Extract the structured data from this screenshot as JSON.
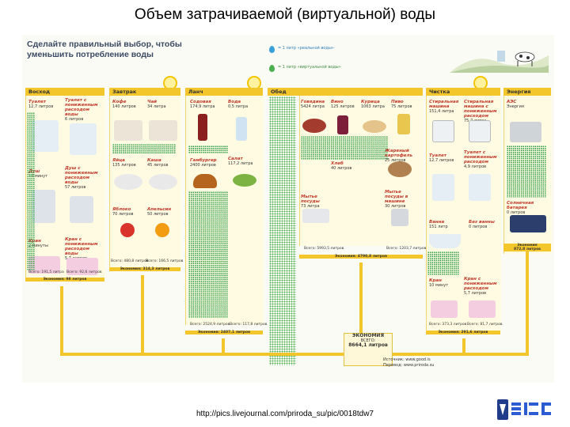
{
  "slide": {
    "title": "Объем затрачиваемой (виртуальной) воды",
    "footer_url": "http://pics.livejournal.com/priroda_su/pic/0018tdw7"
  },
  "infographic": {
    "headline": "Сделайте правильный выбор, чтобы уменьшить потребление воды",
    "legend_real": "= 1 литр «реальной воды»",
    "legend_virtual": "= 1 литр «виртуальной воды»",
    "meals": [
      "Восход",
      "Завтрак",
      "Ланч",
      "Обед",
      "Чистка",
      "Энергия"
    ],
    "sunrise": [
      {
        "name": "Туалет",
        "value": "12,7 литров"
      },
      {
        "name": "Туалет с пониженным расходом воды",
        "value": "6 литров"
      },
      {
        "name": "Душ",
        "value": "10 минут"
      },
      {
        "name": "Душ с пониженным расходом воды",
        "value": "57 литров"
      },
      {
        "name": "Кран",
        "value": "2 минуты"
      },
      {
        "name": "Кран с пониженным расходом воды",
        "value": "5,7 литров"
      }
    ],
    "breakfast": [
      {
        "name": "Кофе",
        "value": "140 литров"
      },
      {
        "name": "Чай",
        "value": "34 литра"
      },
      {
        "name": "Яйца",
        "value": "135 литров"
      },
      {
        "name": "Каша",
        "value": "45 литров"
      },
      {
        "name": "Яблоко",
        "value": "70 литров"
      },
      {
        "name": "Апельсин",
        "value": "50 литров"
      }
    ],
    "lunch": [
      {
        "name": "Содовая",
        "value": "174,9 литра"
      },
      {
        "name": "Вода",
        "value": "0,5 литра"
      },
      {
        "name": "Гамбургер",
        "value": "2400 литров"
      },
      {
        "name": "Салат",
        "value": "117,2 литра"
      }
    ],
    "dinner": [
      {
        "name": "Говядина",
        "value": "5424 литра"
      },
      {
        "name": "Вино",
        "value": "125 литров"
      },
      {
        "name": "Курица",
        "value": "1063 литра"
      },
      {
        "name": "Пиво",
        "value": "75 литров"
      },
      {
        "name": "Хлеб",
        "value": "40 литров"
      },
      {
        "name": "Жареный картофель",
        "value": "25 литров"
      },
      {
        "name": "Мытье посуды",
        "value": "73 литра"
      },
      {
        "name": "Мытье посуды в машине",
        "value": "30 литров"
      }
    ],
    "cleaning": [
      {
        "name": "Стиральная машина",
        "value": "151,4 литра"
      },
      {
        "name": "Стиральная машина с пониженным расходом",
        "value": "75,7 литра"
      },
      {
        "name": "Туалет",
        "value": "12,7 литров"
      },
      {
        "name": "Туалет с пониженным расходом",
        "value": "4,9 литров"
      },
      {
        "name": "Ванна",
        "value": "151 литр"
      },
      {
        "name": "Без ванны",
        "value": "0 литров"
      },
      {
        "name": "Кран",
        "value": "10 минут"
      },
      {
        "name": "Кран с пониженным расходом",
        "value": "5,7 литров"
      }
    ],
    "energy": [
      {
        "name": "АЭС",
        "value": "Энергия"
      },
      {
        "name": "Солнечная батарея",
        "value": "0 литров"
      },
      {
        "name": "Экономия",
        "value": "872,8 литров"
      }
    ],
    "totals": {
      "sunrise": "Всего: 191,5 литра",
      "sunrise_alt": "Всего: 92,6 литров",
      "sunrise_econ": "Экономия: 98 литров",
      "breakfast": "Всего: 480,8 литров",
      "breakfast_alt": "Всего: 166,5 литров",
      "breakfast_econ": "Экономия: 314,3 литров",
      "lunch": "Всего: 2524,9 литров",
      "lunch_alt": "Всего: 117,8 литров",
      "lunch_econ": "Экономия: 2407,1 литров",
      "dinner": "Всего: 5993,5 литров",
      "dinner_alt": "Всего: 1203,7 литров",
      "dinner_econ": "Экономия: 4790,8 литров",
      "cleaning": "Всего: 373,3 литров",
      "cleaning_alt": "Всего: 81,7 литров",
      "cleaning_econ": "Экономия: 291,6 литров"
    },
    "economy_box": {
      "title": "ЭКОНОМИЯ",
      "subtitle": "ВСЕГО:",
      "value": "8664,1 литров"
    },
    "source": "Источник: www.good.is",
    "translation": "Перевод: www.priroda.su"
  },
  "colors": {
    "accent_yellow": "#f3c62c",
    "dot_green": "#4caf50",
    "label_red": "#c0392b"
  }
}
